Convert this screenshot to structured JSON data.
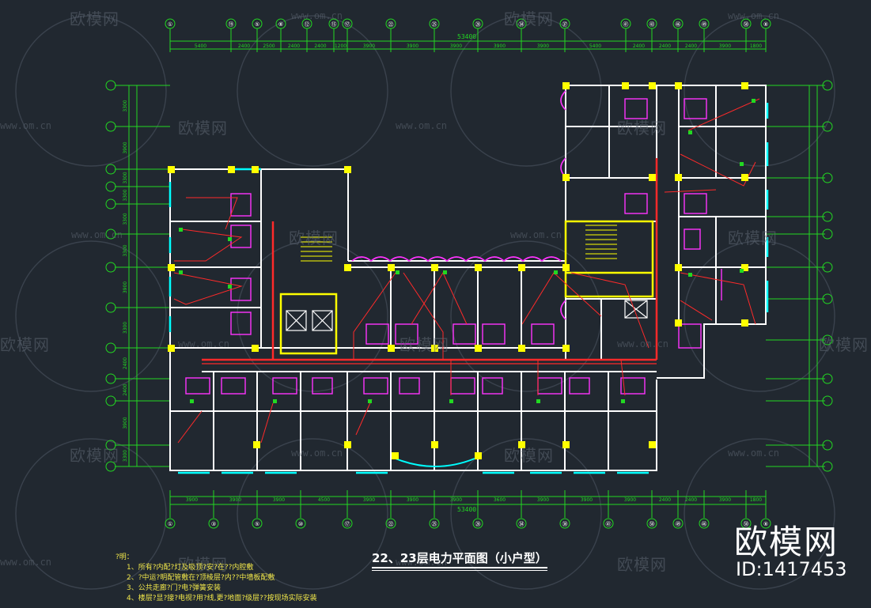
{
  "drawing": {
    "title": "22、23层电力平面图（小户型）",
    "overall_dimension": "53400",
    "axes_top": [
      "①",
      "⑲",
      "⑤",
      "⑧",
      "⑫",
      "⑮",
      "⑰",
      "㉒",
      "㉕",
      "㉘",
      "㉞",
      "㊲",
      "㊶",
      "㊸",
      "㊻",
      "㊾",
      "㊿",
      "⑧"
    ],
    "axes_bottom": [
      "①",
      "③",
      "⑤",
      "⑩",
      "⑰",
      "㉒",
      "㉕",
      "㉘",
      "㉞",
      "㊳",
      "㊶",
      "㊿",
      "㊾",
      "㊻",
      "㊿",
      "⑧"
    ],
    "dims_top": [
      "5400",
      "2400",
      "2500",
      "2400",
      "2400",
      "1200",
      "3900",
      "3900",
      "3900",
      "3900",
      "3900",
      "5400",
      "2400",
      "2400",
      "2400",
      "3900",
      "1800"
    ],
    "dims_bottom": [
      "3900",
      "3900",
      "3900",
      "4500",
      "3900",
      "3900",
      "3900",
      "3600",
      "3900",
      "3900",
      "3900",
      "2400",
      "2400",
      "3900",
      "1800"
    ],
    "dims_side": [
      "3300",
      "3900",
      "3300",
      "3300",
      "3300",
      "3300",
      "3900",
      "3300",
      "2400",
      "2400",
      "3900",
      "3300"
    ]
  },
  "notes": {
    "header": "?明：",
    "items": [
      "1、所有?内配?灯及吸顶?安?在??内腔敷",
      "2、?中运?明配管敷在?顶棱层?内??中墙板配敷",
      "3、公共走廊?门?电?弹簧安装",
      "4、楼层?显?接?电视?用?线,更?地面?级层??按现场实际安装"
    ]
  },
  "watermark": {
    "brand": "欧模网",
    "domain": "www.om.cn",
    "id": "ID:1417453"
  },
  "colors": {
    "background": "#212830",
    "wall": "#ffffff",
    "column": "#ffff00",
    "window": "#00ffff",
    "wiring": "#ff2a2a",
    "dimension": "#22d822",
    "fixture": "#ff33ff",
    "stair": "#ffff00"
  }
}
